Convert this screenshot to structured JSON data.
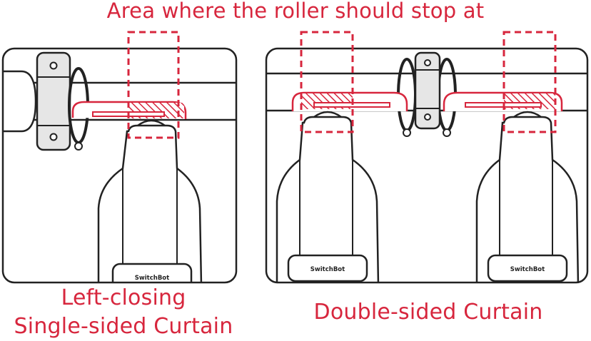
{
  "annotation": "Area where the roller should stop at",
  "left_panel": {
    "caption_line1": "Left-closing",
    "caption_line2": "Single-sided Curtain",
    "device_brand": "SwitchBot"
  },
  "right_panel": {
    "caption": "Double-sided Curtain",
    "left_device_brand": "SwitchBot",
    "right_device_brand": "SwitchBot"
  },
  "colors": {
    "highlight": "#d7263d",
    "outline": "#222222",
    "bracket_fill": "#e6e6e6"
  },
  "icons": [
    "curtain-rod-icon",
    "rod-bracket-icon",
    "curtain-ring-icon",
    "switchbot-device-icon",
    "roller-stop-zone-icon"
  ]
}
